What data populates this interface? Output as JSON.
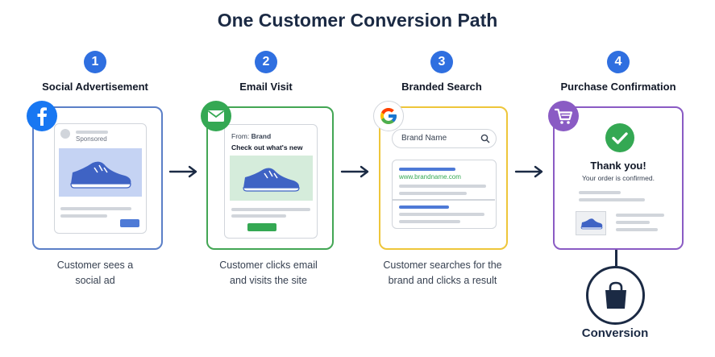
{
  "title": "One Customer Conversion Path",
  "steps": [
    {
      "number": "1",
      "title": "Social Advertisement",
      "caption_line1": "Customer sees a",
      "caption_line2": "social ad",
      "sponsored": "Sponsored",
      "icon": "facebook-icon",
      "color": "#5b7fc7"
    },
    {
      "number": "2",
      "title": "Email Visit",
      "caption_line1": "Customer clicks email",
      "caption_line2": "and visits the site",
      "from_label": "From:",
      "from_value": "Brand",
      "subject": "Check out what's new",
      "icon": "envelope-icon",
      "color": "#43a654"
    },
    {
      "number": "3",
      "title": "Branded Search",
      "caption_line1": "Customer searches for the",
      "caption_line2": "brand and clicks a result",
      "search_text": "Brand Name",
      "result_url": "www.brandname.com",
      "icon": "google-icon",
      "color": "#eec63a"
    },
    {
      "number": "4",
      "title": "Purchase Confirmation",
      "thank_you": "Thank you!",
      "confirmed": "Your order is confirmed.",
      "icon": "shopping-cart-icon",
      "color": "#8a5bc4"
    }
  ],
  "conversion": {
    "label": "Conversion",
    "icon": "shopping-bag-icon"
  },
  "colors": {
    "accent": "#2f6fe0",
    "title": "#1b2a44",
    "success": "#34a853",
    "shoe": "#3f63c4"
  }
}
